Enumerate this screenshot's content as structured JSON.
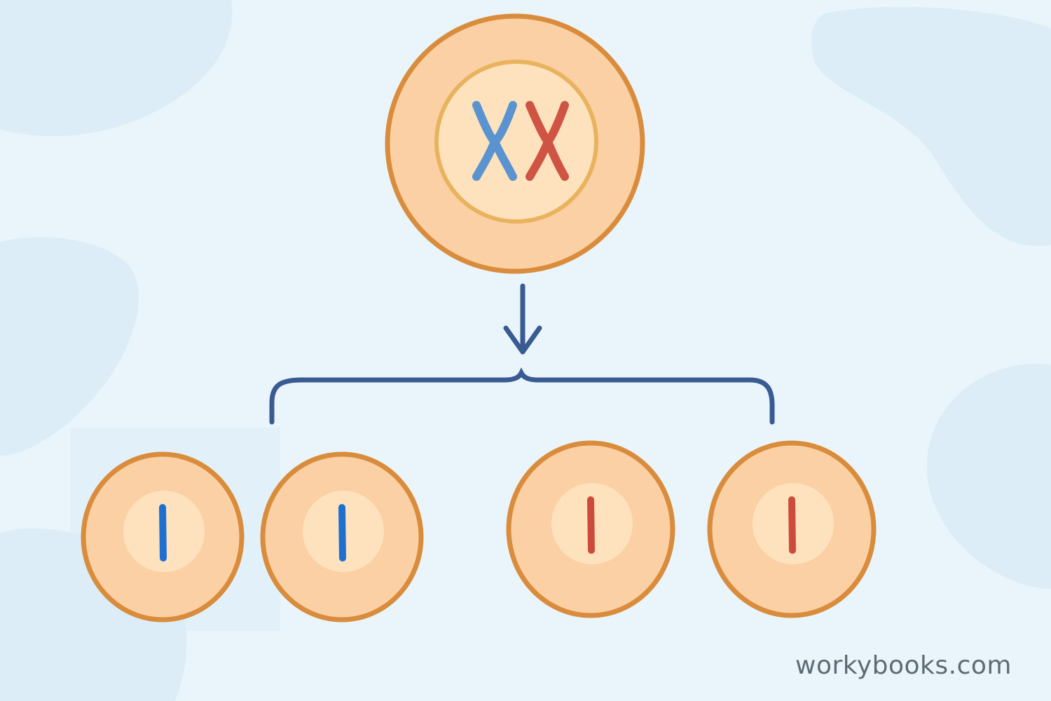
{
  "watermark": "workybooks.com",
  "colors": {
    "background": "#e9f5fb",
    "blob": "#dcedf7",
    "cell_fill": "#fbd0a4",
    "cell_outline": "#d98c3c",
    "nucleus_fill": "#fde2bd",
    "nucleus_ring": "#e9b35e",
    "chromosome_blue": "#5b93d0",
    "chromosome_red": "#cf5443",
    "daughter_blue": "#1f6fd1",
    "daughter_red": "#cc4b3a",
    "arrow": "#3a5a92",
    "watermark": "#5f6b73"
  },
  "parent_cell": {
    "name": "parent-cell",
    "chromosomes": [
      "blue",
      "red"
    ]
  },
  "daughter_cells": [
    {
      "name": "daughter-cell-1",
      "chromosome": "blue"
    },
    {
      "name": "daughter-cell-2",
      "chromosome": "blue"
    },
    {
      "name": "daughter-cell-3",
      "chromosome": "red"
    },
    {
      "name": "daughter-cell-4",
      "chromosome": "red"
    }
  ]
}
